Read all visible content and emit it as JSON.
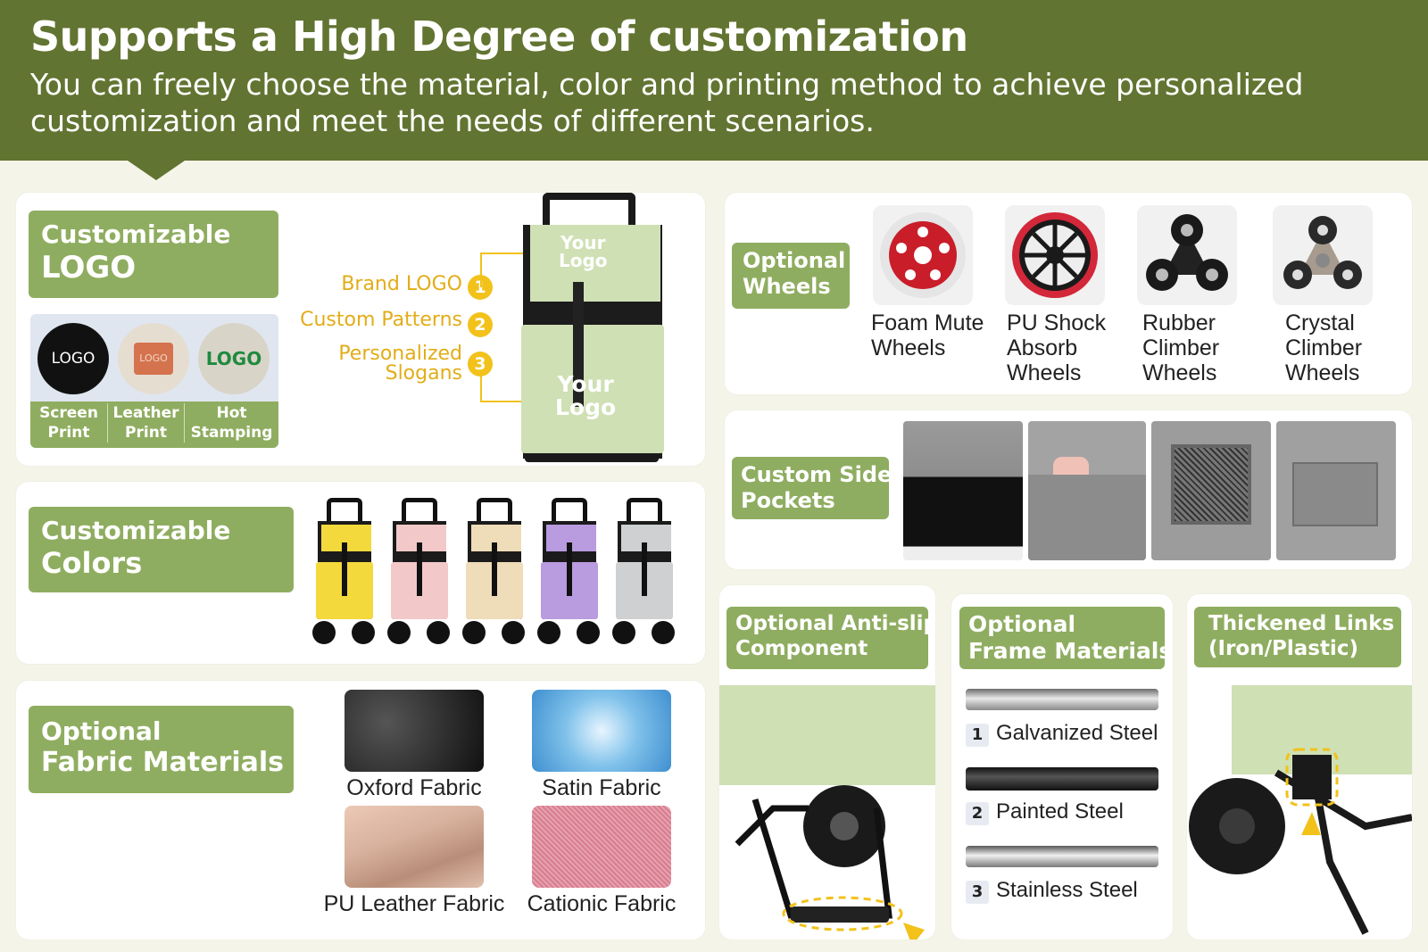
{
  "header": {
    "title": "Supports a High Degree of customization",
    "subtitle_line1": "You can freely choose the material, color and printing method to achieve personalized",
    "subtitle_line2": "customization and meet the needs of different scenarios."
  },
  "logo_section": {
    "tag_line1": "Customizable",
    "tag_line2": "LOGO",
    "methods": [
      {
        "badge": "LOGO",
        "label_line1": "Screen",
        "label_line2": "Print"
      },
      {
        "badge": "LOGO",
        "label_line1": "Leather",
        "label_line2": "Print"
      },
      {
        "badge": "LOGO",
        "label_line1": "Hot",
        "label_line2": "Stamping"
      }
    ],
    "options": [
      {
        "num": "1",
        "label_line1": "Brand LOGO",
        "label_line2": ""
      },
      {
        "num": "2",
        "label_line1": "Custom Patterns",
        "label_line2": ""
      },
      {
        "num": "3",
        "label_line1": "Personalized",
        "label_line2": "Slogans"
      }
    ],
    "bag_logo_top": [
      "Your",
      "Logo"
    ],
    "bag_logo_bottom": [
      "Your",
      "Logo"
    ]
  },
  "colors_section": {
    "tag_line1": "Customizable",
    "tag_line2": "Colors",
    "bag_colors": [
      "#f3d93c",
      "#f2c9c8",
      "#efdcb8",
      "#b99be0",
      "#cfd0d2"
    ]
  },
  "fabric_section": {
    "tag_line1": "Optional",
    "tag_line2": "Fabric Materials",
    "items": [
      {
        "label": "Oxford Fabric",
        "color": "#2c2c2c"
      },
      {
        "label": "Satin Fabric",
        "color": "#7fc1ea"
      },
      {
        "label": "PU Leather Fabric",
        "color": "#d7b19d"
      },
      {
        "label": "Cationic Fabric",
        "color": "#d77d8f"
      }
    ]
  },
  "wheels_section": {
    "tag_line1": "Optional",
    "tag_line2": "Wheels",
    "items": [
      {
        "line1": "Foam Mute",
        "line2": "Wheels",
        "line3": ""
      },
      {
        "line1": "PU Shock",
        "line2": "Absorb",
        "line3": "Wheels"
      },
      {
        "line1": "Rubber",
        "line2": "Climber",
        "line3": "Wheels"
      },
      {
        "line1": "Crystal",
        "line2": "Climber",
        "line3": "Wheels"
      }
    ]
  },
  "pockets_section": {
    "tag_line1": "Custom Side",
    "tag_line2": "Pockets"
  },
  "antislip_section": {
    "tag_line1": "Optional Anti-slip",
    "tag_line2": "Component"
  },
  "frame_section": {
    "tag_line1": "Optional",
    "tag_line2": "Frame Materials",
    "items": [
      {
        "num": "1",
        "label": "Galvanized Steel"
      },
      {
        "num": "2",
        "label": "Painted Steel"
      },
      {
        "num": "3",
        "label": "Stainless Steel"
      }
    ]
  },
  "links_section": {
    "tag_line1": "Thickened Links",
    "tag_line2": "(Iron/Plastic)"
  },
  "accent_colors": {
    "header_green": "#627431",
    "tag_green": "#8fad60",
    "yellow": "#f2c21b",
    "bag_green": "#cfe0b4"
  }
}
